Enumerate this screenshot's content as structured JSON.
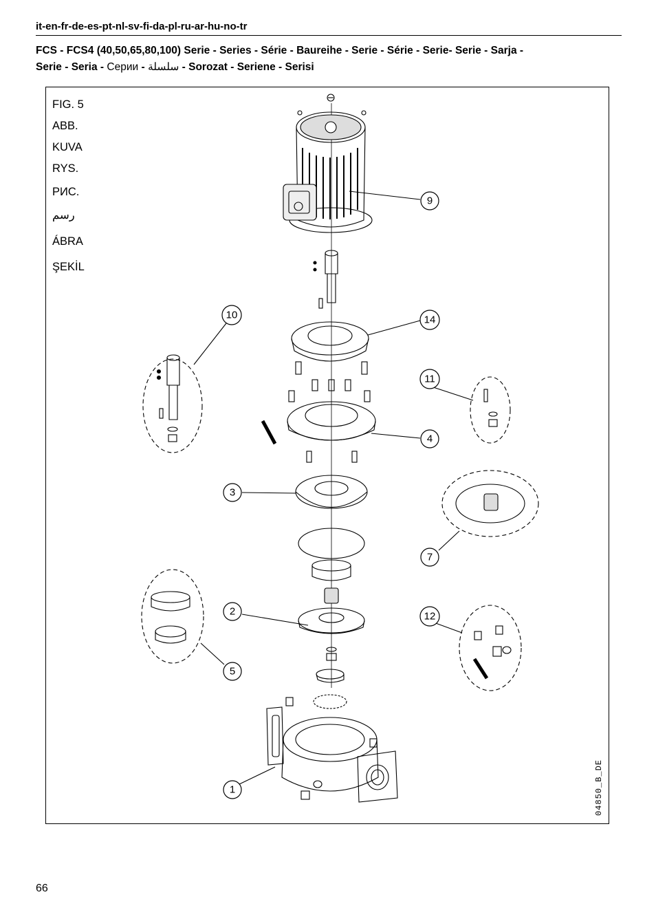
{
  "header": {
    "languages": "it-en-fr-de-es-pt-nl-sv-fi-da-pl-ru-ar-hu-no-tr",
    "title_part1": "FCS - FCS4 (40,50,65,80,100)  Serie - Series - Série - Baureihe - Serie - Série - Serie- Serie - Sarja -",
    "title_part2a": "Serie - Seria - ",
    "title_ru": "Серии",
    "title_sep": " - ",
    "title_ar": "سلسلة",
    "title_part2b": " - Sorozat - Seriene - Serisi"
  },
  "figure_labels": [
    "FIG. 5",
    "ABB.",
    "KUVA",
    "RYS.",
    "РИС.",
    "رسم",
    "ÁBRA",
    "ŞEKİL"
  ],
  "callouts": {
    "c1": "1",
    "c2": "2",
    "c3": "3",
    "c4": "4",
    "c5": "5",
    "c7": "7",
    "c9": "9",
    "c10": "10",
    "c11": "11",
    "c12": "12",
    "c14": "14"
  },
  "drawing_code": "04850_B_DE",
  "page_number": "66"
}
